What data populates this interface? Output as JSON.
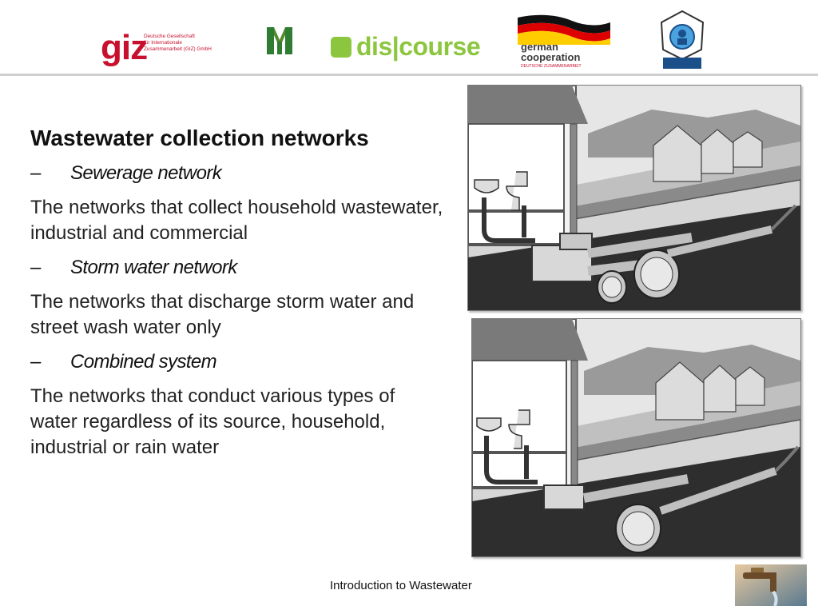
{
  "header": {
    "logos": [
      {
        "name": "giz",
        "text": "giz",
        "subtext": "Deutsche Gesellschaft\nfür Internationale\nZusammenarbeit (GIZ) GmbH",
        "color": "#c8102e"
      },
      {
        "name": "m-mark",
        "color": "#2e7d32"
      },
      {
        "name": "discourse",
        "text": "dis|course",
        "color": "#8cc63f"
      },
      {
        "name": "german-cooperation",
        "text_line1": "german",
        "text_line2": "cooperation",
        "subtext": "DEUTSCHE ZUSAMMENARBEIT"
      },
      {
        "name": "kenya-emblem"
      }
    ]
  },
  "main": {
    "title": "Wastewater collection networks",
    "sections": [
      {
        "heading": "Sewerage network",
        "text": "The networks that collect household wastewater, industrial and commercial"
      },
      {
        "heading": "Storm water network",
        "text": "The networks that discharge storm water and street wash water only"
      },
      {
        "heading": "Combined system",
        "text": "The networks that conduct various types of water regardless of its source, household, industrial or rain water"
      }
    ],
    "dash": "–"
  },
  "footer": {
    "label": "Introduction to Wastewater"
  },
  "colors": {
    "giz_red": "#c8102e",
    "discourse_green": "#8cc63f",
    "illustration_gray": "#b5b5b5",
    "ground_dark": "#2e2e2e"
  }
}
